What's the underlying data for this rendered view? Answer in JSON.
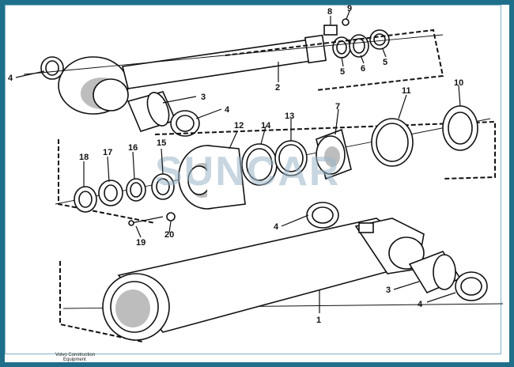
{
  "watermark": "SUNCAR",
  "footer": {
    "line1": "Volvo Construction",
    "line2": "Equipment"
  },
  "callouts": {
    "c1": "1",
    "c2": "2",
    "c3a": "3",
    "c3b": "3",
    "c4a": "4",
    "c4b": "4",
    "c4c": "4",
    "c4d": "4",
    "c5a": "5",
    "c5b": "5",
    "c6": "6",
    "c7": "7",
    "c8": "8",
    "c9": "9",
    "c10": "10",
    "c11": "11",
    "c12": "12",
    "c13": "13",
    "c14": "14",
    "c15": "15",
    "c16": "16",
    "c17": "17",
    "c18": "18",
    "c19": "19",
    "c20": "20"
  },
  "colors": {
    "frame": "#1f6f8b",
    "watermark": "#9bb6c8"
  }
}
